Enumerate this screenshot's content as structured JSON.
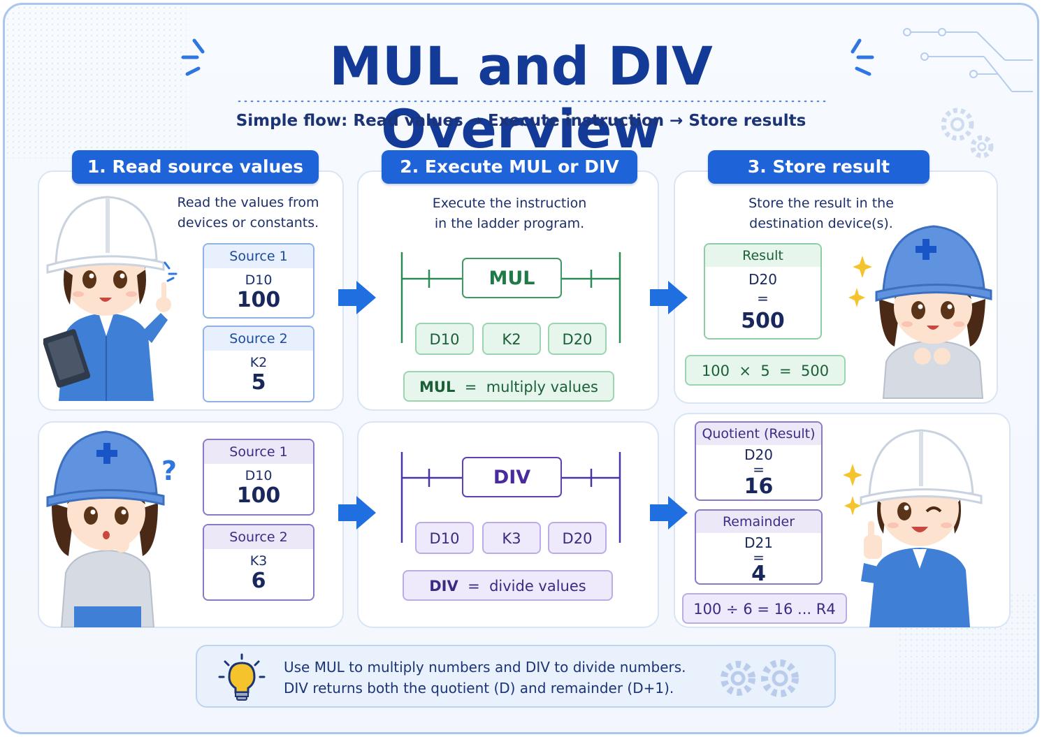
{
  "title": "MUL and DIV Overview",
  "subtitle": "Simple flow: Read values → Execute instruction → Store results",
  "colors": {
    "primary": "#1f63d8",
    "title": "#123a96",
    "mul_accent": "#1e7a46",
    "div_accent": "#4a2b9e"
  },
  "steps": [
    {
      "label": "1. Read source values",
      "desc_line1": "Read the values from",
      "desc_line2": "devices or constants."
    },
    {
      "label": "2. Execute MUL or DIV",
      "desc_line1": "Execute the instruction",
      "desc_line2": "in the ladder program."
    },
    {
      "label": "3. Store result",
      "desc_line1": "Store the result in the",
      "desc_line2": "destination device(s)."
    }
  ],
  "mul_row": {
    "source1": {
      "header": "Source 1",
      "device": "D10",
      "value": "100"
    },
    "source2": {
      "header": "Source 2",
      "device": "K2",
      "value": "5"
    },
    "instruction": "MUL",
    "operands": [
      "D10",
      "K2",
      "D20"
    ],
    "note_keyword": "MUL",
    "note_eq": "=",
    "note_text": "multiply values",
    "result": {
      "header": "Result",
      "device": "D20",
      "eq": "=",
      "value": "500"
    },
    "formula": "100  ×  5  =  500"
  },
  "div_row": {
    "source1": {
      "header": "Source 1",
      "device": "D10",
      "value": "100"
    },
    "source2": {
      "header": "Source 2",
      "device": "K3",
      "value": "6"
    },
    "instruction": "DIV",
    "operands": [
      "D10",
      "K3",
      "D20"
    ],
    "note_keyword": "DIV",
    "note_eq": "=",
    "note_text": "divide values",
    "quotient": {
      "header": "Quotient (Result)",
      "device": "D20",
      "eq": "=",
      "value": "16"
    },
    "remainder": {
      "header": "Remainder",
      "device": "D21",
      "eq": "=",
      "value": "4"
    },
    "formula": "100 ÷ 6 = 16 ... R4"
  },
  "tip": {
    "line1": "Use MUL to multiply numbers and DIV to divide numbers.",
    "line2": "DIV returns both the quotient (D) and remainder (D+1).",
    "icon": "lightbulb-icon"
  },
  "decor": {
    "question_mark": "?"
  }
}
